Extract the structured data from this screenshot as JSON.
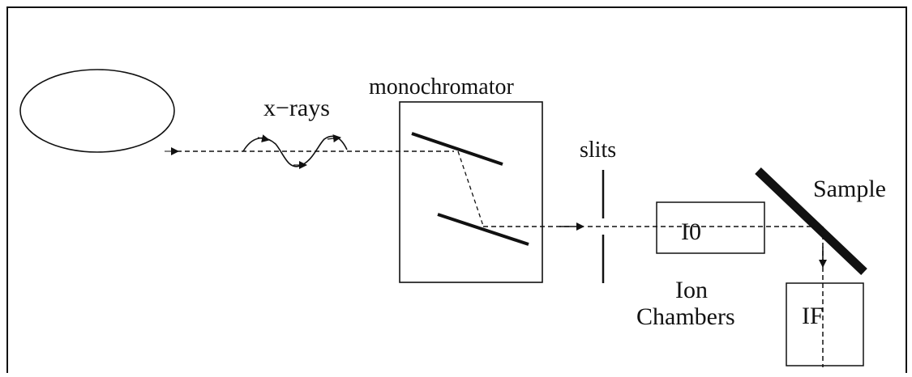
{
  "labels": {
    "xrays": "x−rays",
    "monochromator": "monochromator",
    "slits": "slits",
    "sample": "Sample",
    "i0": "I0",
    "ion_line1": "Ion",
    "ion_line2": "Chambers",
    "if": "IF"
  }
}
